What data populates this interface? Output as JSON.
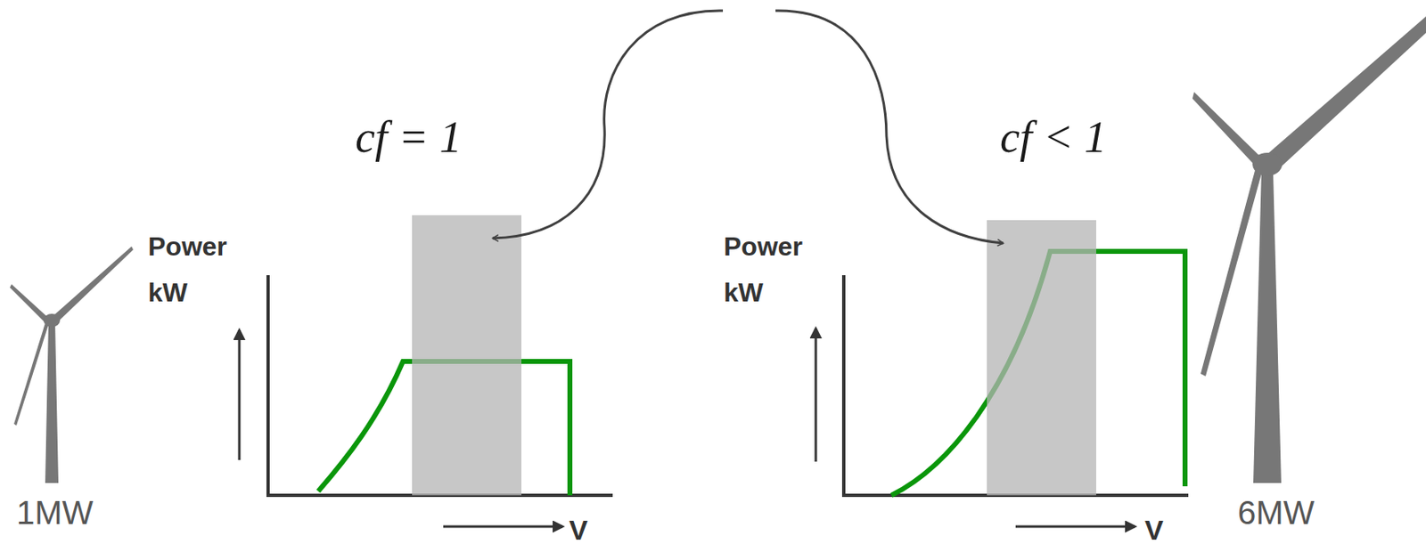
{
  "diagram": {
    "labels": [
      "cf = 1",
      "cf < 1",
      "Power kW",
      "Power kW",
      "V",
      "V",
      "1MW",
      "6MW"
    ]
  }
}
